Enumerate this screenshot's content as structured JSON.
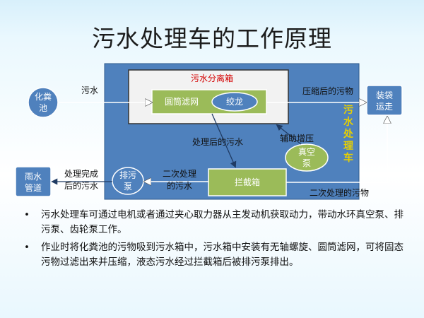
{
  "title": "污水处理车的工作原理",
  "diagram": {
    "septic_tank": [
      "化粪",
      "池"
    ],
    "sewage": "污水",
    "separation_box": "污水分离箱",
    "drum_filter": "圆筒滤网",
    "auger": "绞龙",
    "compressed_dirt": "压缩后的污物",
    "bagging": [
      "装袋",
      "运走"
    ],
    "truck_label": [
      "污",
      "水",
      "处",
      "理",
      "车"
    ],
    "treated_sewage": "处理后的污水",
    "aux_pressure": "辅助增压",
    "vacuum_pump": [
      "真空",
      "泵"
    ],
    "rain_pipe": [
      "雨水",
      "管道"
    ],
    "discharge_done": [
      "处理完成",
      "后的污水"
    ],
    "discharge_pump": [
      "排污",
      "泵"
    ],
    "secondary_water": [
      "二次处理",
      "的污水"
    ],
    "interceptor": "拦截箱",
    "secondary_dirt": "二次处理的污物"
  },
  "bullets": [
    "污水处理车可通过电机或者通过夹心取力器从主发动机获取动力，带动水环真空泵、排污泵、齿轮泵工作。",
    "作业时将化粪池的污物吸到污水箱中，污水箱中安装有无轴螺旋、圆筒滤网，可将固态污物过滤出来并压缩，液态污水经过拦截箱后被排污泵排出。"
  ],
  "colors": {
    "truck_body": "#4f81bd",
    "node_fill": "#4f81bd",
    "green_box": "#9bbb59",
    "separation_box": "#f2f2f2",
    "arrow": "#ffffff",
    "accent_red": "#d40000",
    "accent_yellow": "#e8d000"
  }
}
